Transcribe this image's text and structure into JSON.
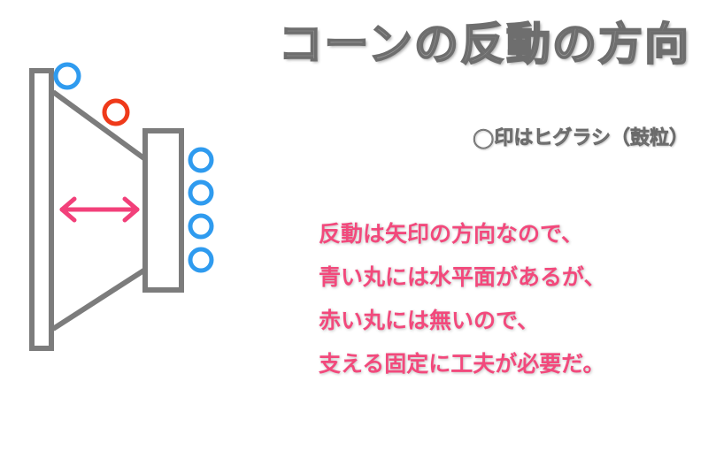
{
  "title": "コーンの反動の方向",
  "subtitle": "◯印はヒグラシ（鼓粒）",
  "explanation": [
    "反動は矢印の方向なので、",
    "青い丸には水平面があるが、",
    "赤い丸には無いので、",
    "支える固定に工夫が必要だ。"
  ],
  "colors": {
    "outline": "#7c7c7c",
    "blue_circle": "#2f9bef",
    "red_circle": "#ef3a1a",
    "arrow": "#f2407a",
    "text_pink": "#f2497c"
  },
  "icons": {
    "arrow": "double-headed-arrow",
    "blue": "blue-circle",
    "red": "red-circle"
  }
}
